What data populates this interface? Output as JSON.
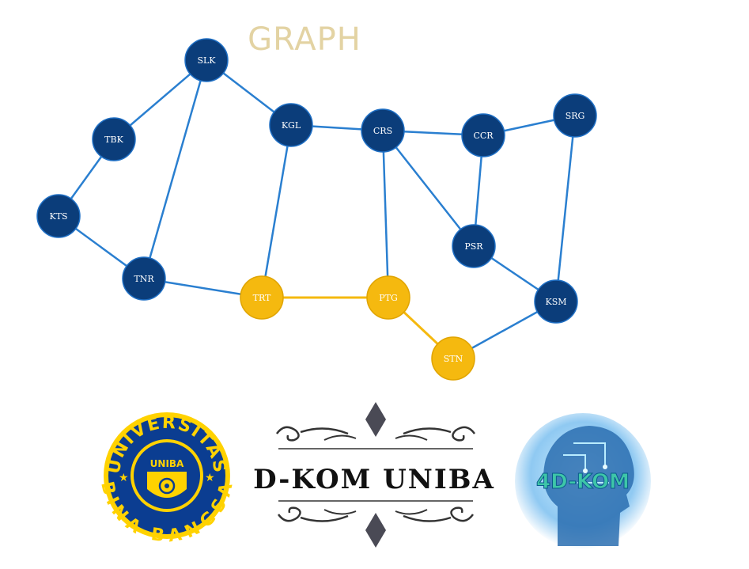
{
  "title": "GRAPH",
  "colors": {
    "node": "#0b3d7a",
    "node_stroke": "#1f6fc4",
    "edge": "#2a7fd0",
    "highlight": "#f5b90f",
    "title": "#e3d3a3"
  },
  "nodes": [
    {
      "id": "SLK",
      "label": "SLK",
      "highlighted": false
    },
    {
      "id": "TBK",
      "label": "TBK",
      "highlighted": false
    },
    {
      "id": "KTS",
      "label": "KTS",
      "highlighted": false
    },
    {
      "id": "TNR",
      "label": "TNR",
      "highlighted": false
    },
    {
      "id": "KGL",
      "label": "KGL",
      "highlighted": false
    },
    {
      "id": "CRS",
      "label": "CRS",
      "highlighted": false
    },
    {
      "id": "CCR",
      "label": "CCR",
      "highlighted": false
    },
    {
      "id": "SRG",
      "label": "SRG",
      "highlighted": false
    },
    {
      "id": "PSR",
      "label": "PSR",
      "highlighted": false
    },
    {
      "id": "KSM",
      "label": "KSM",
      "highlighted": false
    },
    {
      "id": "TRT",
      "label": "TRT",
      "highlighted": true
    },
    {
      "id": "PTG",
      "label": "PTG",
      "highlighted": true
    },
    {
      "id": "STN",
      "label": "STN",
      "highlighted": true
    }
  ],
  "edges": [
    {
      "from": "SLK",
      "to": "TBK",
      "highlighted": false
    },
    {
      "from": "TBK",
      "to": "KTS",
      "highlighted": false
    },
    {
      "from": "KTS",
      "to": "TNR",
      "highlighted": false
    },
    {
      "from": "SLK",
      "to": "TNR",
      "highlighted": false
    },
    {
      "from": "SLK",
      "to": "KGL",
      "highlighted": false
    },
    {
      "from": "TNR",
      "to": "TRT",
      "highlighted": false
    },
    {
      "from": "KGL",
      "to": "TRT",
      "highlighted": false
    },
    {
      "from": "KGL",
      "to": "CRS",
      "highlighted": false
    },
    {
      "from": "CRS",
      "to": "CCR",
      "highlighted": false
    },
    {
      "from": "CRS",
      "to": "PTG",
      "highlighted": false
    },
    {
      "from": "CRS",
      "to": "PSR",
      "highlighted": false
    },
    {
      "from": "CCR",
      "to": "SRG",
      "highlighted": false
    },
    {
      "from": "CCR",
      "to": "PSR",
      "highlighted": false
    },
    {
      "from": "SRG",
      "to": "KSM",
      "highlighted": false
    },
    {
      "from": "PSR",
      "to": "KSM",
      "highlighted": false
    },
    {
      "from": "KSM",
      "to": "STN",
      "highlighted": false
    },
    {
      "from": "TRT",
      "to": "PTG",
      "highlighted": true
    },
    {
      "from": "PTG",
      "to": "STN",
      "highlighted": true
    }
  ],
  "footer": {
    "banner_text": "D-KOM UNIBA",
    "left_logo": {
      "name": "universitas-bina-bangsa-seal",
      "ring_top": "UNIVERSITAS",
      "ring_bottom": "BINA BANGSA",
      "inner": "UNIBA"
    },
    "right_logo": {
      "name": "4d-kom-logo",
      "text": "4D-KOM"
    }
  }
}
